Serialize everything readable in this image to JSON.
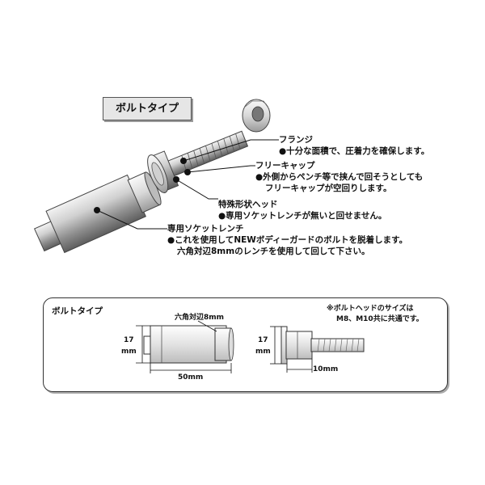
{
  "header": {
    "title": "ボルトタイプ"
  },
  "labels": {
    "flange": {
      "name": "フランジ",
      "desc": "●十分な面積で、圧着力を確保します。"
    },
    "free_cap": {
      "name": "フリーキャップ",
      "desc1": "●外側からペンチ等で挟んで回そうとしても",
      "desc2": "フリーキャップが空回りします。"
    },
    "special_head": {
      "name": "特殊形状ヘッド",
      "desc": "●専用ソケットレンチが無いと回せません。"
    },
    "socket": {
      "name": "専用ソケットレンチ",
      "desc1": "●これを使用してNEWボディーガードのボルトを脱着します。",
      "desc2": "六角対辺8mmのレンチを使用して回して下さい。"
    }
  },
  "panel": {
    "title": "ボルトタイプ",
    "note1": "※ボルトヘッドのサイズは",
    "note2": "M8、M10共に共通です。",
    "hex_label": "六角対辺8mm",
    "dim_17": "17",
    "dim_mm": "mm",
    "dim_50": "50mm",
    "dim_17b": "17",
    "dim_mmb": "mm",
    "dim_10": "10mm"
  }
}
